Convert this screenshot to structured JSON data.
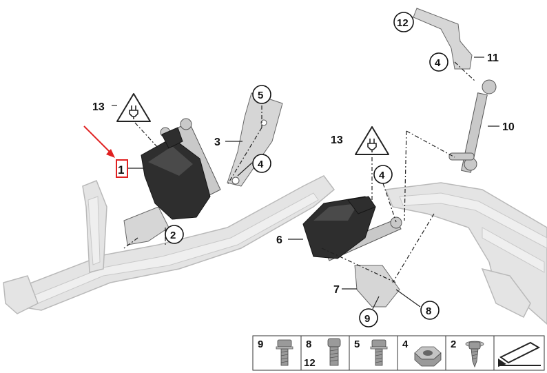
{
  "parts": {
    "p1": "1",
    "p2": "2",
    "p3": "3",
    "p4a": "4",
    "p4b": "4",
    "p4c": "4",
    "p5": "5",
    "p6": "6",
    "p7": "7",
    "p8": "8",
    "p9": "9",
    "p10": "10",
    "p11": "11",
    "p12": "12",
    "p13a": "13",
    "p13b": "13"
  },
  "legend": {
    "c1_top": "9",
    "c2_top": "8",
    "c2_bottom": "12",
    "c3_top": "5",
    "c4_top": "4",
    "c5_top": "2"
  },
  "colors": {
    "highlight": "#e02020",
    "sensor": "#2e2e2e",
    "frame": "#e4e4e4"
  },
  "icons": [
    "electrical-plug-warning-icon",
    "bolt-icon",
    "nut-icon",
    "screw-icon",
    "catalog-arrow-icon"
  ]
}
